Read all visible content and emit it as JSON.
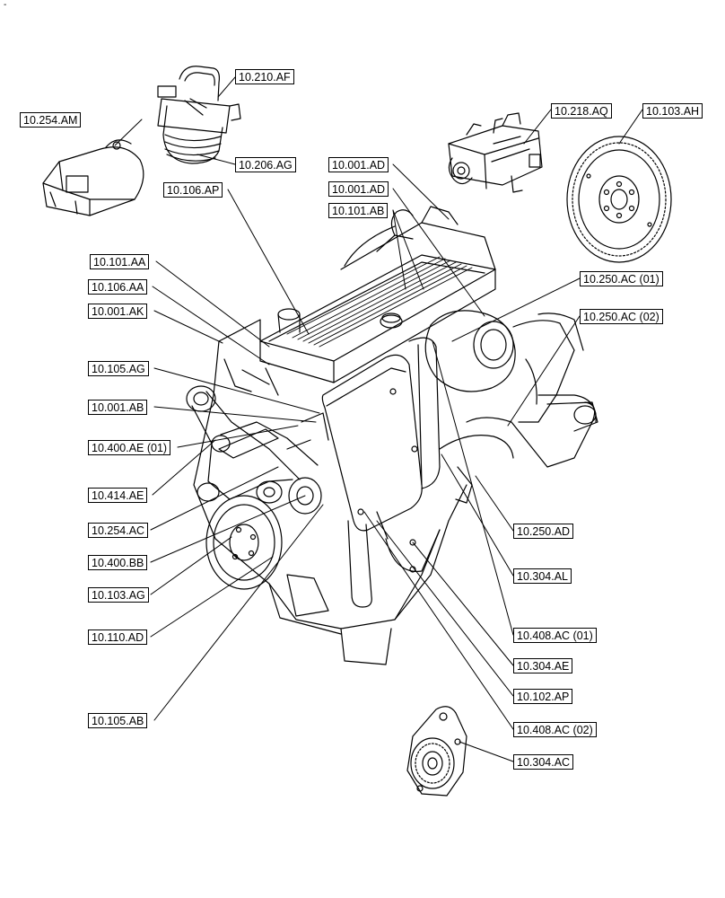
{
  "corner_mark": "-",
  "colors": {
    "line": "#000000",
    "background": "#ffffff"
  },
  "labels": [
    {
      "id": "l-10-210-af",
      "text": "10.210.AF"
    },
    {
      "id": "l-10-254-am",
      "text": "10.254.AM"
    },
    {
      "id": "l-10-206-ag",
      "text": "10.206.AG"
    },
    {
      "id": "l-10-218-aq",
      "text": "10.218.AQ"
    },
    {
      "id": "l-10-103-ah",
      "text": "10.103.AH"
    },
    {
      "id": "l-10-001-ad-1",
      "text": "10.001.AD"
    },
    {
      "id": "l-10-106-ap",
      "text": "10.106.AP"
    },
    {
      "id": "l-10-001-ad-2",
      "text": "10.001.AD"
    },
    {
      "id": "l-10-101-ab",
      "text": "10.101.AB"
    },
    {
      "id": "l-10-101-aa",
      "text": "10.101.AA"
    },
    {
      "id": "l-10-250-ac-01",
      "text": "10.250.AC (01)"
    },
    {
      "id": "l-10-106-aa",
      "text": "10.106.AA"
    },
    {
      "id": "l-10-001-ak",
      "text": "10.001.AK"
    },
    {
      "id": "l-10-250-ac-02",
      "text": "10.250.AC (02)"
    },
    {
      "id": "l-10-105-ag",
      "text": "10.105.AG"
    },
    {
      "id": "l-10-001-ab",
      "text": "10.001.AB"
    },
    {
      "id": "l-10-400-ae-01",
      "text": "10.400.AE (01)"
    },
    {
      "id": "l-10-414-ae",
      "text": "10.414.AE"
    },
    {
      "id": "l-10-254-ac",
      "text": "10.254.AC"
    },
    {
      "id": "l-10-250-ad",
      "text": "10.250.AD"
    },
    {
      "id": "l-10-400-bb",
      "text": "10.400.BB"
    },
    {
      "id": "l-10-304-al",
      "text": "10.304.AL"
    },
    {
      "id": "l-10-103-ag",
      "text": "10.103.AG"
    },
    {
      "id": "l-10-110-ad",
      "text": "10.110.AD"
    },
    {
      "id": "l-10-408-ac-01",
      "text": "10.408.AC (01)"
    },
    {
      "id": "l-10-304-ae",
      "text": "10.304.AE"
    },
    {
      "id": "l-10-102-ap",
      "text": "10.102.AP"
    },
    {
      "id": "l-10-105-ab",
      "text": "10.105.AB"
    },
    {
      "id": "l-10-408-ac-02",
      "text": "10.408.AC (02)"
    },
    {
      "id": "l-10-304-ac",
      "text": "10.304.AC"
    }
  ]
}
